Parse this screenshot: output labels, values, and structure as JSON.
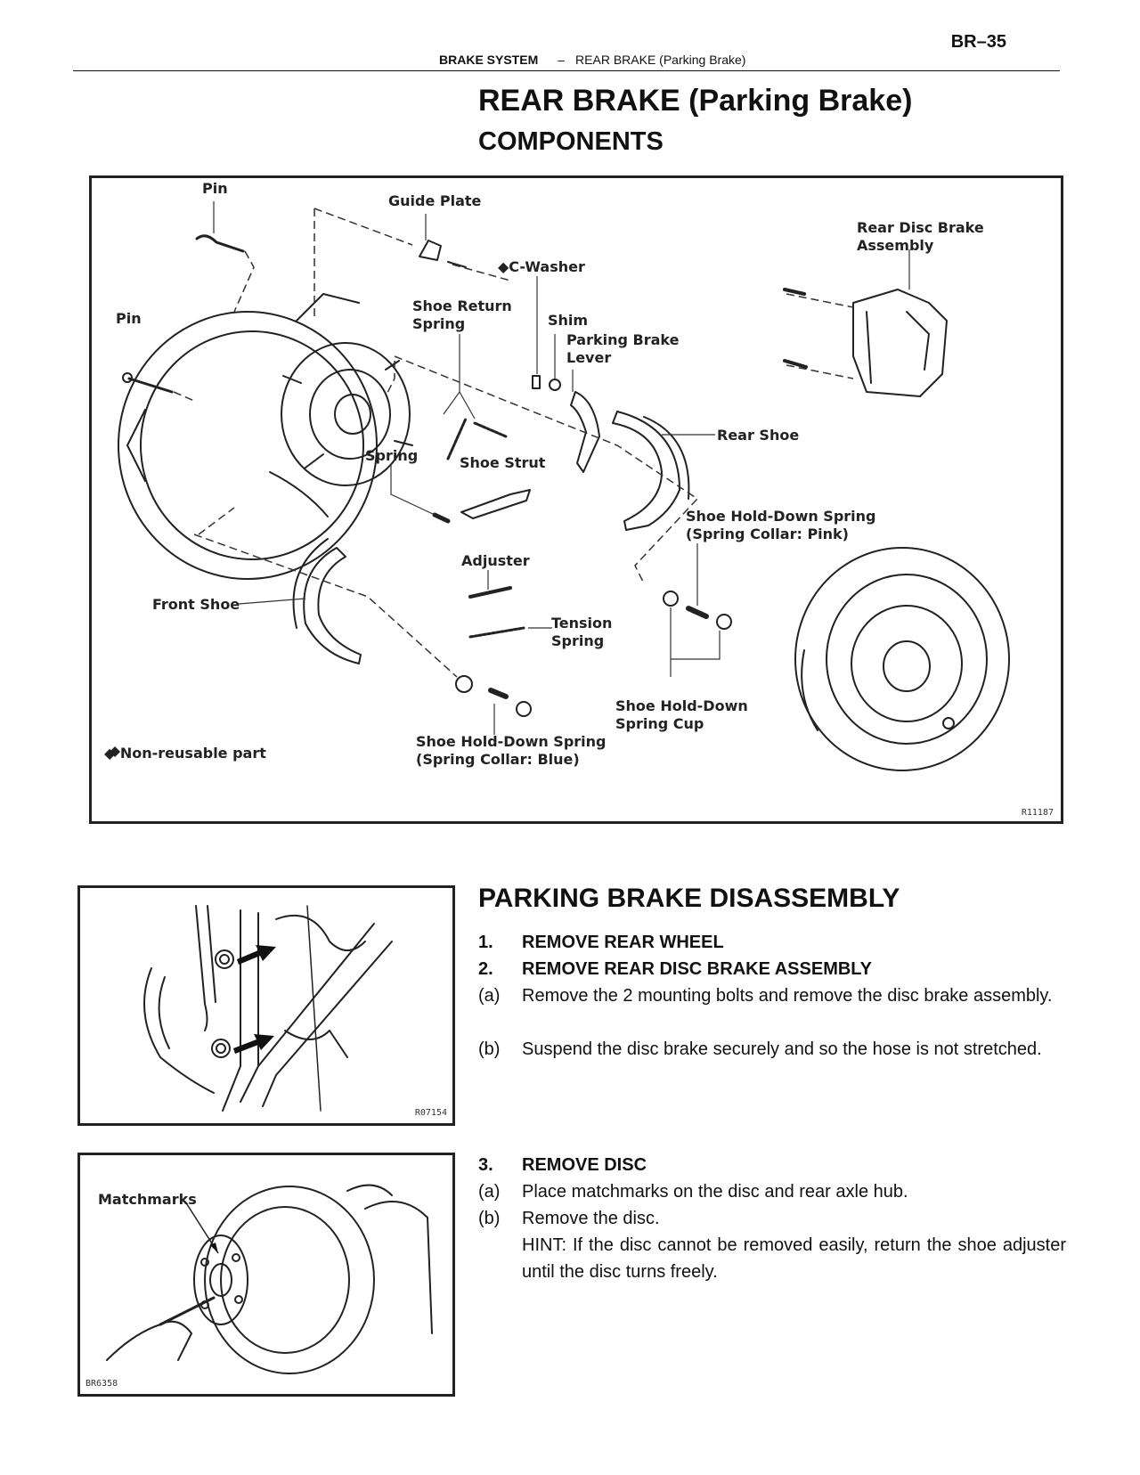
{
  "header": {
    "page_number": "BR–35",
    "section": "BRAKE SYSTEM",
    "separator": "–",
    "subsection": "REAR BRAKE (Parking Brake)"
  },
  "title": "REAR BRAKE (Parking Brake)",
  "subtitle": "COMPONENTS",
  "components_figure": {
    "code": "R11187",
    "labels": {
      "pin_top": "Pin",
      "guide_plate": "Guide Plate",
      "c_washer": "◆C-Washer",
      "rear_disc_brake_1": "Rear Disc Brake",
      "rear_disc_brake_2": "Assembly",
      "pin_left": "Pin",
      "shoe_return_spring_1": "Shoe Return",
      "shoe_return_spring_2": "Spring",
      "shim": "Shim",
      "parking_brake_lever_1": "Parking Brake",
      "parking_brake_lever_2": "Lever",
      "rear_shoe": "Rear Shoe",
      "spring": "Spring",
      "shoe_strut": "Shoe Strut",
      "hold_down_pink_1": "Shoe Hold-Down Spring",
      "hold_down_pink_2": "(Spring Collar: Pink)",
      "adjuster": "Adjuster",
      "front_shoe": "Front Shoe",
      "tension_spring_1": "Tension",
      "tension_spring_2": "Spring",
      "hold_down_cup_1": "Shoe Hold-Down",
      "hold_down_cup_2": "Spring Cup",
      "hold_down_blue_1": "Shoe Hold-Down Spring",
      "hold_down_blue_2": "(Spring Collar: Blue)",
      "legend": "◆  Non-reusable part"
    }
  },
  "figure2": {
    "code": "R07154"
  },
  "figure3": {
    "code": "BR6358",
    "label": "Matchmarks"
  },
  "disassembly": {
    "title": "PARKING BRAKE DISASSEMBLY",
    "steps": [
      {
        "num": "1.",
        "text": "REMOVE REAR WHEEL"
      },
      {
        "num": "2.",
        "text": "REMOVE REAR DISC BRAKE ASSEMBLY"
      },
      {
        "num": "(a)",
        "text": "Remove the 2 mounting bolts and remove the disc brake assembly."
      },
      {
        "num": "(b)",
        "text": "Suspend the disc brake securely and so the hose is not stretched."
      },
      {
        "num": "3.",
        "text": "REMOVE DISC"
      },
      {
        "num": "(a)",
        "text": "Place matchmarks on the disc and rear axle hub."
      },
      {
        "num": "(b)",
        "text": "Remove the disc."
      },
      {
        "num": "",
        "text": "HINT: If the disc cannot be removed easily, return the shoe adjuster until the disc turns freely."
      }
    ]
  }
}
